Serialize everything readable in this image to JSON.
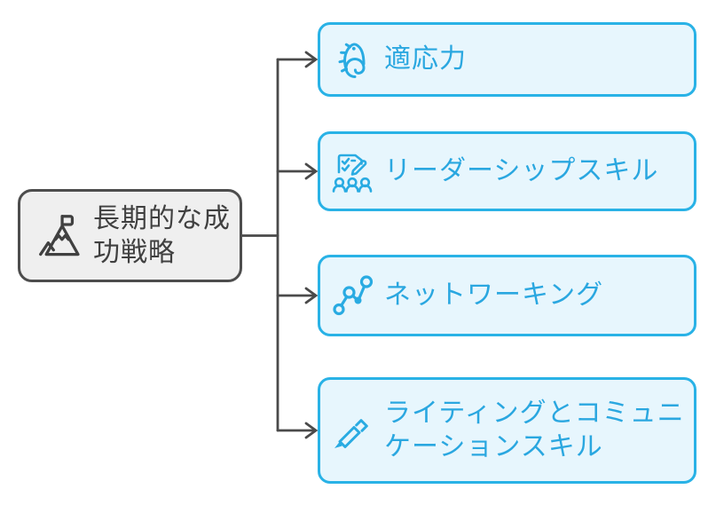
{
  "diagram": {
    "root": {
      "label": "長期的な成功戦略",
      "icon": "mountain-flag-icon"
    },
    "children": [
      {
        "label": "適応力",
        "icon": "chameleon-icon"
      },
      {
        "label": "リーダーシップスキル",
        "icon": "leadership-checklist-team-icon"
      },
      {
        "label": "ネットワーキング",
        "icon": "network-nodes-icon"
      },
      {
        "label": "ライティングとコミュニケーションスキル",
        "icon": "pen-icon"
      }
    ],
    "colors": {
      "accent": "#29abe2",
      "child_bg": "#e7f6fd",
      "child_border": "#29b2e6",
      "child_text": "#2aa7e0",
      "root_bg": "#efefef",
      "root_border": "#4d4d4d",
      "root_text": "#404040",
      "connector": "#4a4a4a",
      "canvas_bg": "#ffffff"
    }
  }
}
